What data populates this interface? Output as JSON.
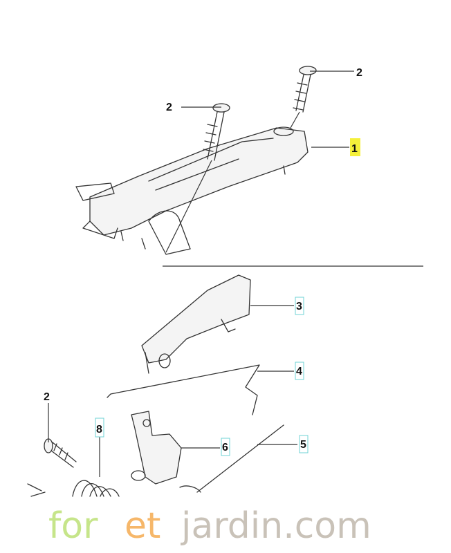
{
  "diagram": {
    "callouts": [
      {
        "id": "callout-1",
        "label": "1",
        "style": "highlight"
      },
      {
        "id": "callout-2a",
        "label": "2",
        "style": "plain"
      },
      {
        "id": "callout-2b",
        "label": "2",
        "style": "plain"
      },
      {
        "id": "callout-2c",
        "label": "2",
        "style": "plain"
      },
      {
        "id": "callout-3",
        "label": "3",
        "style": "boxed"
      },
      {
        "id": "callout-4",
        "label": "4",
        "style": "boxed"
      },
      {
        "id": "callout-5",
        "label": "5",
        "style": "boxed"
      },
      {
        "id": "callout-6",
        "label": "6",
        "style": "boxed"
      },
      {
        "id": "callout-8",
        "label": "8",
        "style": "boxed"
      }
    ],
    "watermark": {
      "part1": "for",
      "part2": "et",
      "part3": "jardin.com"
    },
    "colors": {
      "highlight": "#f5f03a",
      "box": "#6fd3d6",
      "wm_green": "#c6e58a",
      "wm_orange": "#f6b76a",
      "wm_gray": "#c9c2b8"
    }
  }
}
